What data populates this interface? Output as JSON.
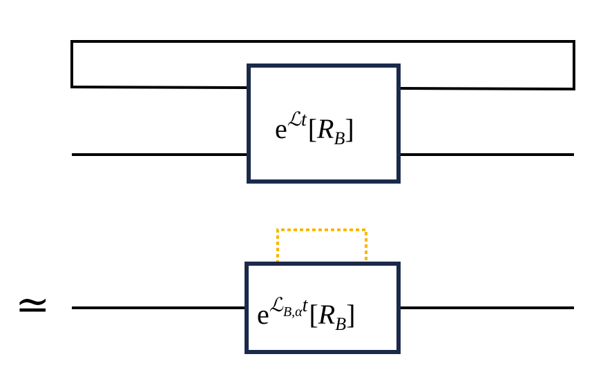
{
  "diagram": {
    "top_gate": {
      "base": "e",
      "exp_symbol": "ℒ",
      "exp_var": "t",
      "open_bracket": "[",
      "arg_main": "R",
      "arg_sub": "B",
      "close_bracket": "]"
    },
    "bottom_gate": {
      "base": "e",
      "exp_symbol": "ℒ",
      "exp_sub": "B,α",
      "exp_var": "t",
      "open_bracket": "[",
      "arg_main": "R",
      "arg_sub": "B",
      "close_bracket": "]"
    },
    "relation_symbol": "≃",
    "colors": {
      "wire": "#000000",
      "gate_border": "#1b2a4a",
      "dotted_link": "#f5b800"
    }
  }
}
